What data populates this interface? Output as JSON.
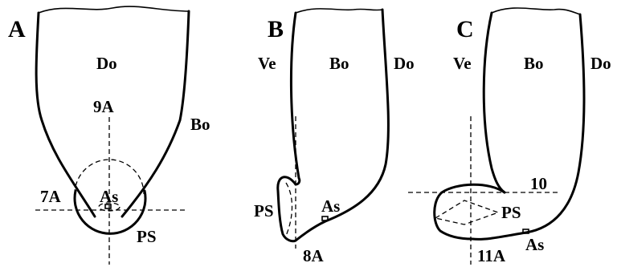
{
  "panels": {
    "a": {
      "letter": "A",
      "do": "Do",
      "bo": "Bo",
      "section_vertical": "9A",
      "section_horizontal": "7A",
      "as": "As",
      "ps": "PS"
    },
    "b": {
      "letter": "B",
      "ve": "Ve",
      "bo": "Bo",
      "do": "Do",
      "ps": "PS",
      "as": "As",
      "section": "8A"
    },
    "c": {
      "letter": "C",
      "ve": "Ve",
      "bo": "Bo",
      "do": "Do",
      "section_horizontal": "10",
      "ps": "PS",
      "as": "As",
      "section_vertical": "11A"
    }
  }
}
